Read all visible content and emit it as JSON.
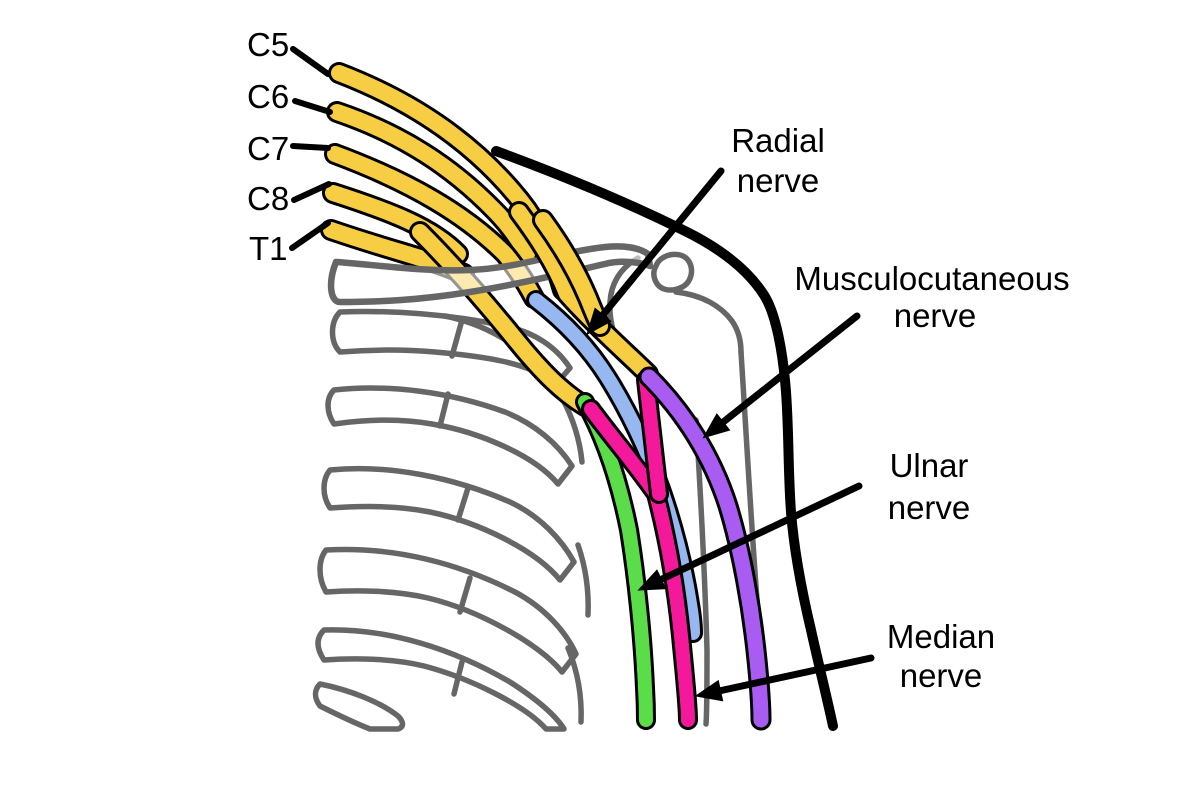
{
  "figure": {
    "type": "anatomical-diagram",
    "subject": "Brachial plexus nerve roots and major upper-limb nerves over ribcage and shoulder bones"
  },
  "colors": {
    "background": "#FFFFFF",
    "root_yellow": "#F7CE43",
    "radial_blue": "#97B7F0",
    "ulnar_green": "#5BDC49",
    "median_pink": "#F4199B",
    "musculocutaneous_purple": "#A95CF2",
    "bone_gray": "#666666",
    "outline_black": "#000000",
    "clavicle_overlay": "rgba(255,255,255,0.58)"
  },
  "root_labels": [
    {
      "label": "C5"
    },
    {
      "label": "C6"
    },
    {
      "label": "C7"
    },
    {
      "label": "C8"
    },
    {
      "label": "T1"
    }
  ],
  "nerve_labels": {
    "radial": {
      "line1": "Radial",
      "line2": "nerve"
    },
    "musculocutaneous": {
      "line1": "Musculocutaneous",
      "line2": "nerve"
    },
    "ulnar": {
      "line1": "Ulnar",
      "line2": "nerve"
    },
    "median": {
      "line1": "Median",
      "line2": "nerve"
    }
  }
}
